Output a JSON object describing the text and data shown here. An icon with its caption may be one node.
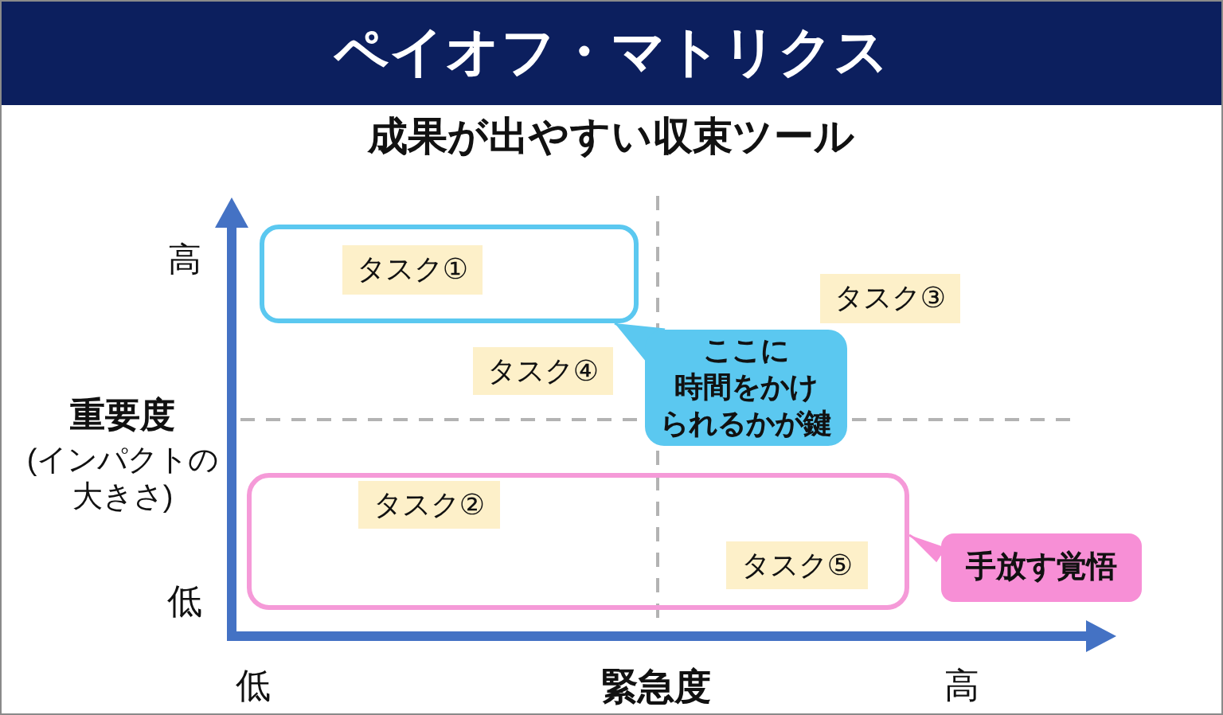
{
  "diagram": {
    "title": "ペイオフ・マトリクス",
    "nodes": [
      {
        "text": [],
        "shape": "box"
      },
      {
        "text": [
          "タスク①"
        ],
        "in": 0
      },
      {
        "text": [
          "タスク③"
        ]
      },
      {
        "text": [
          "ここに時間をかけられるかが鍵"
        ]
      },
      {
        "text": [
          "タスク④"
        ]
      },
      {
        "text": [],
        "shape": "box"
      },
      {
        "text": [
          "タスク②"
        ],
        "in": 5
      },
      {
        "text": [
          "タスク⑤"
        ],
        "in": 5
      },
      {
        "text": [
          "手放す覚悟"
        ]
      }
    ],
    "edges": [
      {
        "from": 3,
        "to": 0,
        "arrow": "to",
        "color": "#5bc8f0"
      },
      {
        "from": 8,
        "to": 5,
        "arrow": "to",
        "color": "#f78fd6"
      }
    ],
    "labels": [
      "成果が出やすい収束ツール",
      "高",
      "重要度",
      "(インパクトの大きさ)",
      "低",
      "低",
      "緊急度",
      "高"
    ]
  }
}
